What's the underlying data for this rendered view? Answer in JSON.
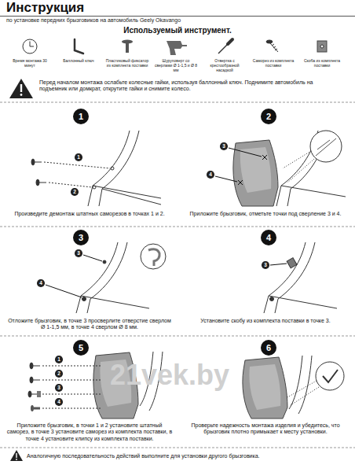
{
  "diagram": {
    "title": "Инструкция",
    "nodes": [
      {
        "text": [
          "1"
        ]
      },
      {
        "text": [
          "1"
        ]
      },
      {
        "text": [
          "2"
        ]
      },
      {
        "text": [
          "2"
        ]
      },
      {
        "text": [
          "3"
        ]
      },
      {
        "text": [
          "4"
        ]
      },
      {
        "text": [
          "3"
        ]
      },
      {
        "text": [
          "3"
        ]
      },
      {
        "text": [
          "4"
        ]
      },
      {
        "text": [
          "4"
        ]
      },
      {
        "text": [
          "3"
        ]
      },
      {
        "text": [
          "5"
        ]
      },
      {
        "text": [
          "1"
        ]
      },
      {
        "text": [
          "2"
        ]
      },
      {
        "text": [
          "3"
        ]
      },
      {
        "text": [
          "4"
        ]
      },
      {
        "text": [
          "6"
        ]
      }
    ],
    "labels": [
      "по установке передних брызговиков на автомобиль Geely Okavango",
      "Используемый инструмент.",
      "Время монтажа 30 минут",
      "Баллонный ключ",
      "Пластиковый фиксатор из комплекта поставки",
      "Шуруповерт со сверлами Ø 1-1,5 и Ø 8 мм",
      "Отвертка с крестообразной насадкой",
      "Саморез из комплекта поставки",
      "Скоба из комплекта поставки",
      "Перед началом монтажа ослабьте колесные гайки, используя баллонный ключ. Поднимите автомобиль на подъемник или домкрат, открутите гайки и снимите колесо.",
      "Произведите демонтаж штатных саморезов в точках 1 и 2.",
      "Приложите брызговик, отметьте точки под сверление 3 и 4.",
      "Отложите брызговик, в точке 3 просверлите отверстие сверлом Ø 1-1,5 мм, в точке 4 сверлом Ø 8 мм.",
      "Установите скобу из комплекта поставки в точке 3.",
      "Приложите брызговик, в точки 1 и 2 установите штатный саморез, в точке 3 установите саморез из комплекта поставки, в точке 4 установите клипсу из комплекта поставки.",
      "Проверьте надежность монтажа изделия и убедитесь, что брызговик плотно примыкает к месту установки.",
      "Аналогичную последовательность действий выполните для установки другого брызговика.",
      "21vek.by"
    ]
  }
}
